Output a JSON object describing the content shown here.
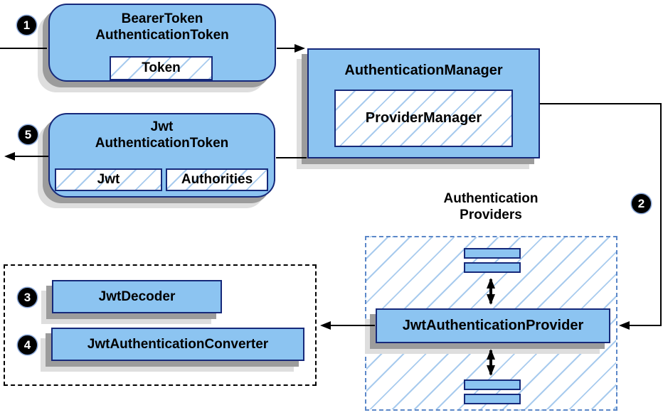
{
  "colors": {
    "node_fill": "#8cc4f1",
    "node_border": "#16297a",
    "hatch": "#a8cbee",
    "container_border": "#5b87c8",
    "shadow_dark": "#9c9c9c",
    "shadow_light": "#dedede",
    "arrow": "#000000"
  },
  "badges": {
    "step1": "1",
    "step2": "2",
    "step3": "3",
    "step4": "4",
    "step5": "5"
  },
  "nodes": {
    "bearer_token": {
      "title_line1": "BearerToken",
      "title_line2": "AuthenticationToken",
      "field": "Token"
    },
    "authentication_manager": {
      "title": "AuthenticationManager",
      "field": "ProviderManager"
    },
    "jwt_authentication_token": {
      "title_line1": "Jwt",
      "title_line2": "AuthenticationToken",
      "field1": "Jwt",
      "field2": "Authorities"
    },
    "authentication_providers": {
      "label_line1": "Authentication",
      "label_line2": "Providers"
    },
    "jwt_authentication_provider": {
      "title": "JwtAuthenticationProvider"
    },
    "jwt_decoder": {
      "title": "JwtDecoder"
    },
    "jwt_authentication_converter": {
      "title": "JwtAuthenticationConverter"
    }
  }
}
